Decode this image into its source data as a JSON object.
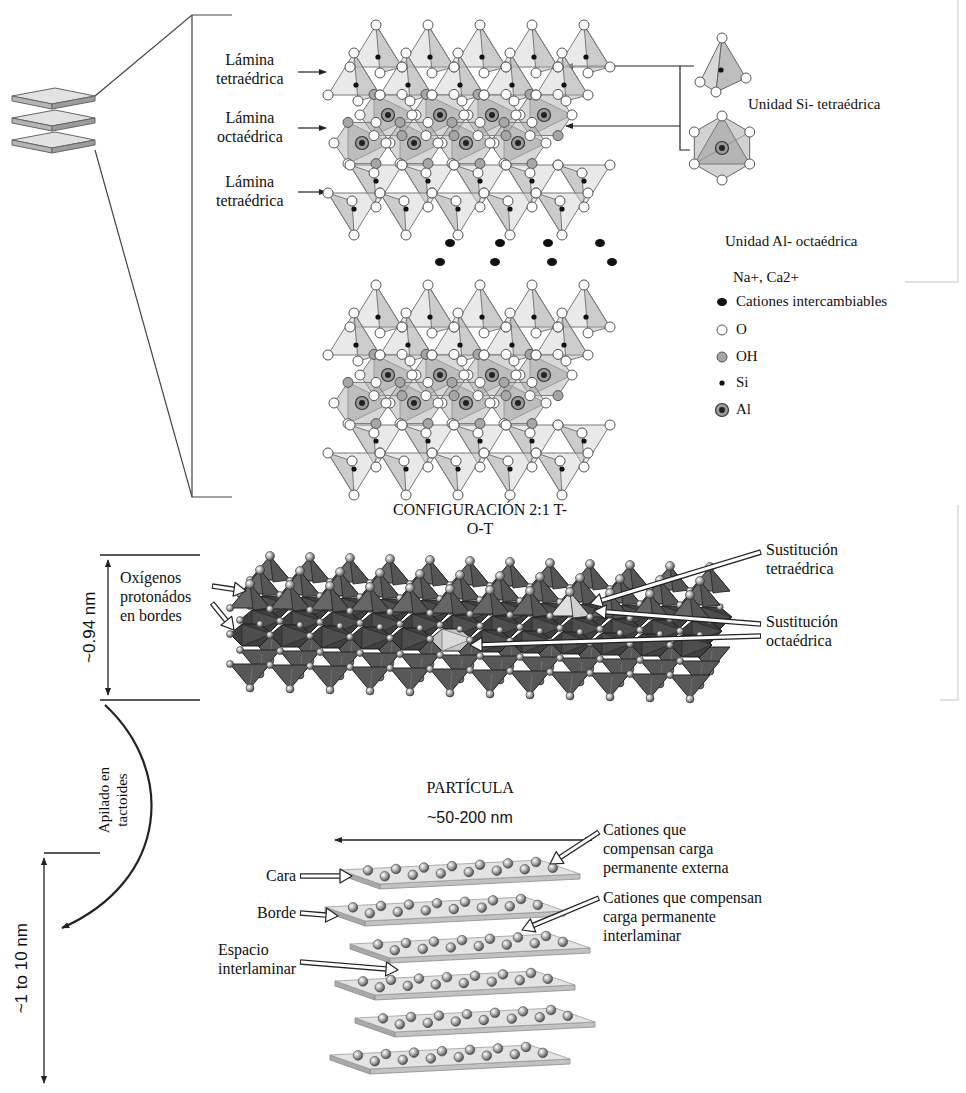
{
  "diagram": {
    "labels": [
      "Lámina tetraédrica",
      "Lámina octaédrica",
      "Lámina tetraédrica",
      "Unidad Si- tetraédrica",
      "Unidad Al- octaédrica",
      "Na+, Ca2+",
      "CONFIGURACIÓN 2:1 T-O-T",
      "~0.94 nm",
      "Oxígenos protonádos en bordes",
      "Sustitución tetraédrica",
      "Sustitución octaédrica",
      "Apilado en tactoides",
      "PARTÍCULA",
      "~50-200 nm",
      "~1 to 10 nm",
      "Cara",
      "Cationes que compensan carga permanente externa",
      "Borde",
      "Cationes que compensan carga permanente interlaminar",
      "Espacio interlaminar"
    ],
    "legend": [
      {
        "text": "Cationes intercambiables"
      },
      {
        "text": "O"
      },
      {
        "text": "OH"
      },
      {
        "text": "Si"
      },
      {
        "text": "Al"
      }
    ]
  }
}
